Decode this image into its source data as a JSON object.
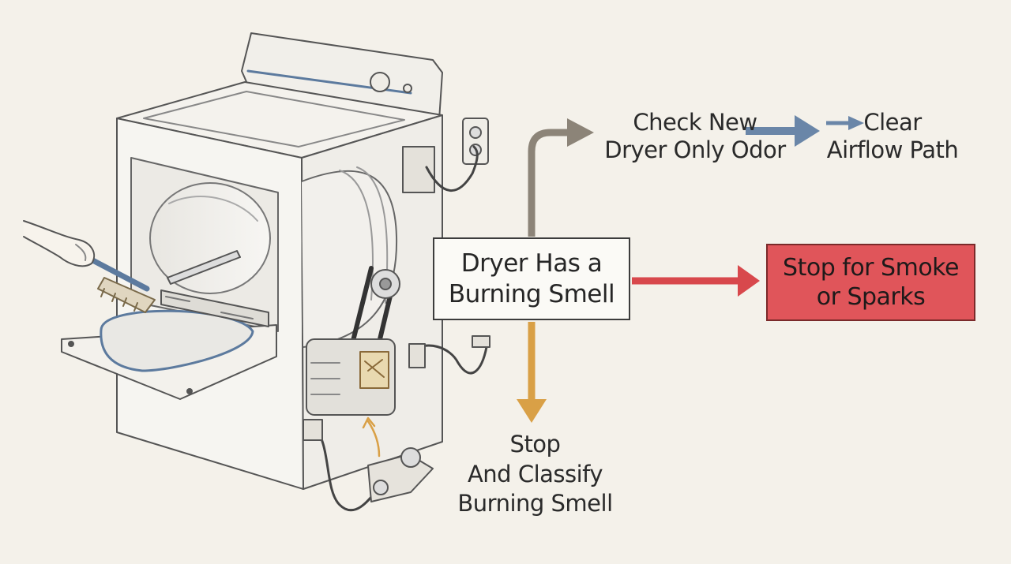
{
  "nodes": {
    "check": {
      "lines": [
        "Check New",
        "Dryer Only Odor"
      ]
    },
    "clear": {
      "lines": [
        "Clear",
        "Airflow Path"
      ]
    },
    "main": {
      "lines": [
        "Dryer Has a",
        "Burning Smell"
      ]
    },
    "stop_smoke": {
      "lines": [
        "Stop for Smoke",
        "or Sparks"
      ]
    },
    "classify": {
      "lines": [
        "Stop",
        "And Classify",
        "Burning Smell"
      ]
    }
  },
  "colors": {
    "background": "#f4f1ea",
    "arrow_up": "#8c8478",
    "arrow_blue": "#6a86a8",
    "arrow_red": "#d8484c",
    "arrow_down": "#d9a046",
    "stop_fill": "#e0555a"
  },
  "illustration": {
    "subject": "clothes-dryer-icon",
    "parts": [
      "lint-brush-icon",
      "hand-icon",
      "drive-belt-icon",
      "motor-icon",
      "power-cord-icon",
      "wall-outlet-icon"
    ]
  }
}
